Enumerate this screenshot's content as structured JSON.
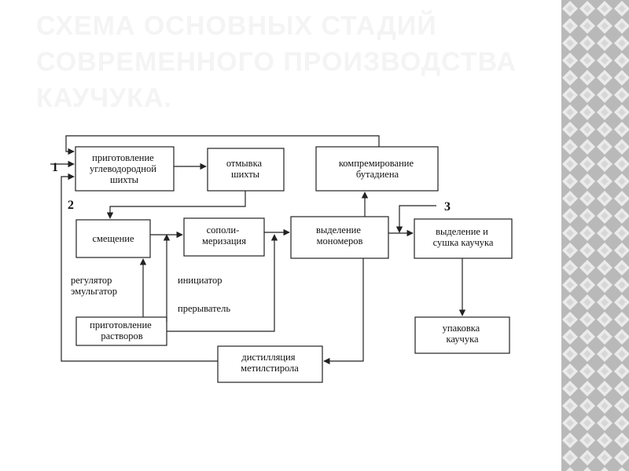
{
  "slide": {
    "title_lines": [
      "СХЕМА ОСНОВНЫХ СТАДИЙ",
      "СОВРЕМЕННОГО ПРОИЗВОДСТВА",
      "КАУЧУКА."
    ]
  },
  "diagram": {
    "boxes": {
      "prep_hydrocarbon": [
        "приготовление",
        "углеводородной",
        "шихты"
      ],
      "washing": [
        "отмывка",
        "шихты"
      ],
      "compression": [
        "компремирование",
        "бутадиена"
      ],
      "mixing": [
        "смещение"
      ],
      "copolymerization": [
        "сополи-",
        "меризация"
      ],
      "monomer_separation": [
        "выделение",
        "мономеров"
      ],
      "rubber_drying": [
        "выделение и",
        "сушка каучука"
      ],
      "solutions_prep": [
        "приготовление",
        "растворов"
      ],
      "rubber_packing": [
        "упаковка",
        "каучука"
      ],
      "distillation": [
        "дистилляция",
        "метилстирола"
      ]
    },
    "labels": {
      "regulator": [
        "регулятор",
        "эмульгатор"
      ],
      "initiator": "инициатор",
      "breaker": "прерыватель"
    },
    "numbers": {
      "n1": "1",
      "n2": "2",
      "n3": "3"
    }
  },
  "colors": {
    "title": "#f4f4f4",
    "line": "#222222",
    "pattern_light": "#ebebeb",
    "pattern_dark": "#b9b9b9"
  }
}
